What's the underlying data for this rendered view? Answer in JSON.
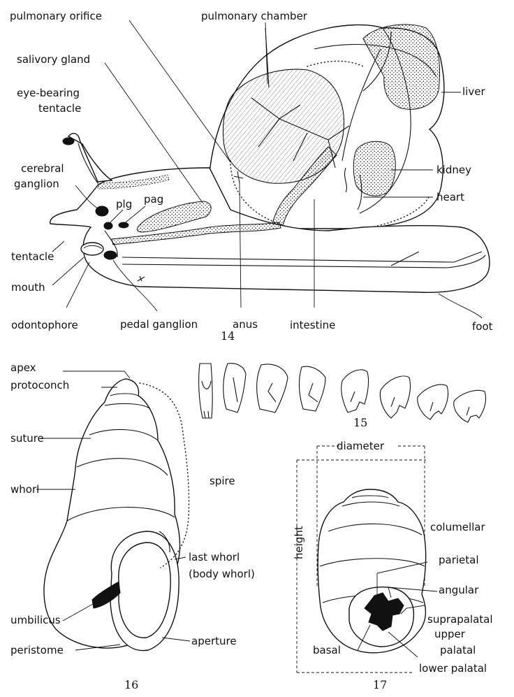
{
  "fig14": {
    "number": "14",
    "labels": {
      "pulmonary_orifice": "pulmonary orifice",
      "pulmonary_chamber": "pulmonary chamber",
      "salivary_gland": "salivory gland",
      "eye_bearing_1": "eye-bearing",
      "eye_bearing_2": "tentacle",
      "liver": "liver",
      "cerebral_1": "cerebral",
      "cerebral_2": "ganglion",
      "pag": "pag",
      "plg": "plg",
      "kidney": "kidney",
      "heart": "heart",
      "tentacle": "tentacle",
      "mouth": "mouth",
      "odontophore": "odontophore",
      "pedal_ganglion": "pedal ganglion",
      "anus": "anus",
      "intestine": "intestine",
      "foot": "foot"
    }
  },
  "fig15": {
    "number": "15"
  },
  "fig16": {
    "number": "16",
    "labels": {
      "apex": "apex",
      "protoconch": "protoconch",
      "suture": "suture",
      "spire": "spire",
      "whorl": "whorl",
      "last_whorl_1": "last whorl",
      "last_whorl_2": "(body whorl)",
      "umbilicus": "umbilicus",
      "aperture": "aperture",
      "peristome": "peristome"
    }
  },
  "fig17": {
    "number": "17",
    "labels": {
      "diameter": "diameter",
      "height": "height",
      "columellar": "columellar",
      "parietal": "parietal",
      "angular": "angular",
      "suprapalatal": "suprapalatal",
      "upper_palatal_1": "upper",
      "upper_palatal_2": "palatal",
      "basal": "basal",
      "lower_palatal": "lower palatal"
    }
  }
}
